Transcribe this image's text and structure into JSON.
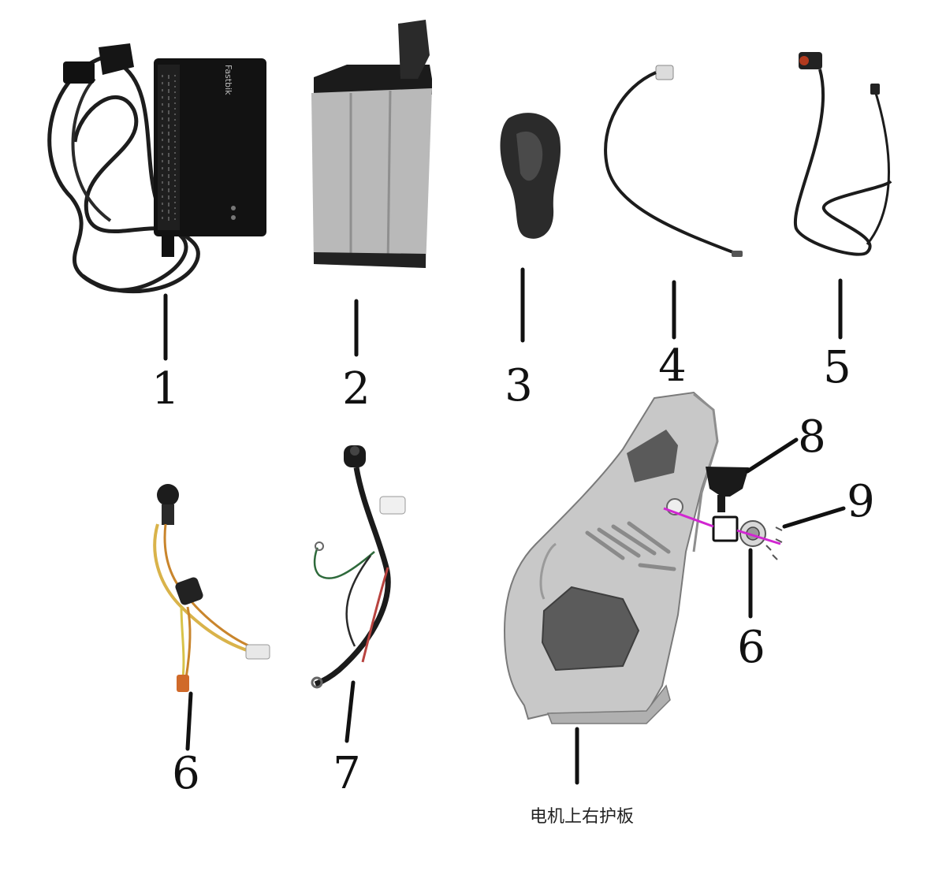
{
  "labels": {
    "n1": "1",
    "n2": "2",
    "n3": "3",
    "n4": "4",
    "n5": "5",
    "n6a": "6",
    "n7": "7",
    "n8": "8",
    "n9": "9",
    "n6b": "6"
  },
  "caption": "电机上右护板",
  "charger_brand": "Fastbik"
}
